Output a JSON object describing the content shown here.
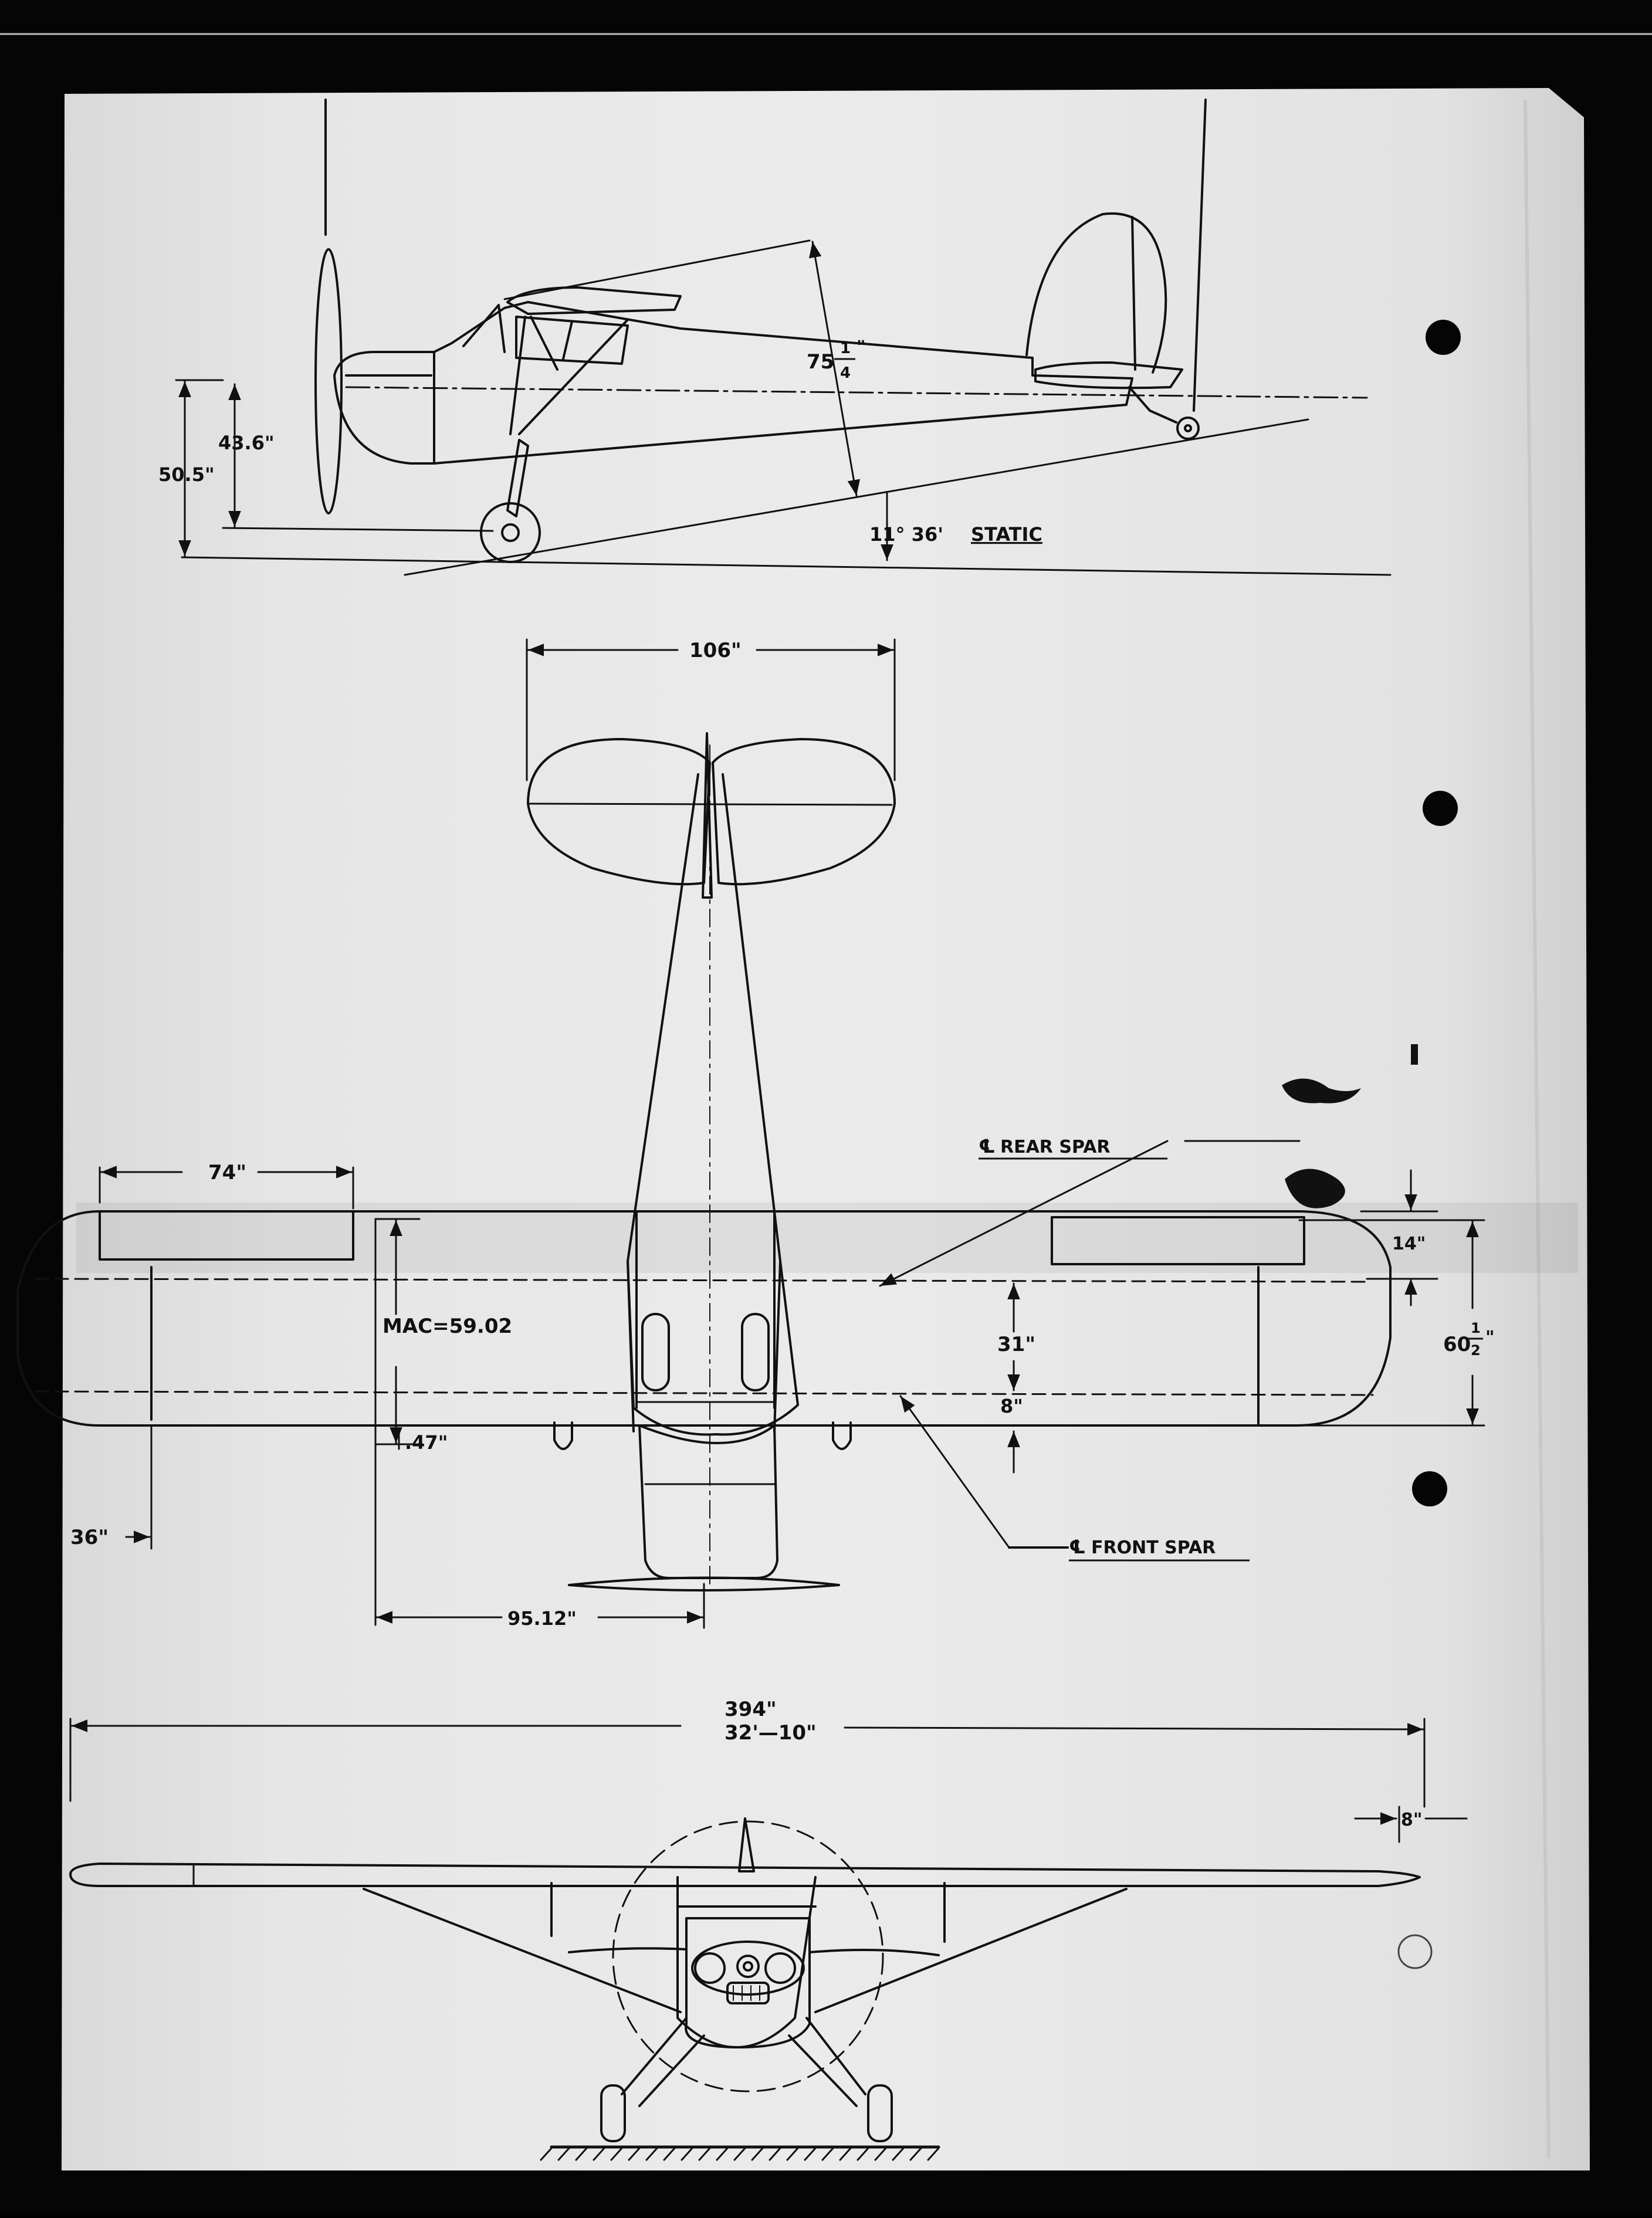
{
  "side_view": {
    "dim_chord": "75",
    "dim_chord_frac_num": "1",
    "dim_chord_frac_den": "4",
    "dim_chord_unit": "\"",
    "dim_43": "43.6\"",
    "dim_50": "50.5\"",
    "static_angle": "11° 36'",
    "static_label": "STATIC"
  },
  "top_view": {
    "dim_stab_span": "106\"",
    "dim_aileron": "74\"",
    "rear_spar_label": "REAR SPAR",
    "front_spar_label": "FRONT SPAR",
    "centerline_symbol": "℄",
    "mac_label": "MAC=59.02",
    "dim_47": ".47\"",
    "dim_31": "31\"",
    "dim_8": "8\"",
    "dim_14": "14\"",
    "dim_chord_whole": "60",
    "dim_chord_frac_num": "1",
    "dim_chord_frac_den": "2",
    "dim_chord_unit": "\"",
    "dim_36": "36\"",
    "dim_95": "95.12\""
  },
  "front_view": {
    "dim_span_in": "394\"",
    "dim_span_ft": "32'—10\"",
    "dim_dihedral": "8\""
  }
}
